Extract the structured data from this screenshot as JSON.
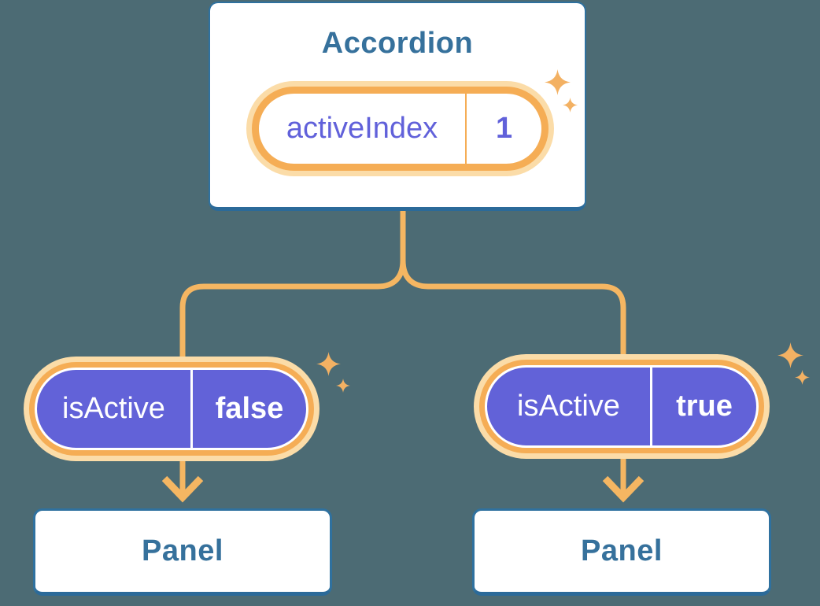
{
  "colors": {
    "background": "#4C6B74",
    "card_fill": "#FFFFFF",
    "card_border": "#2F719F",
    "card_border_bottom": "#2B6A99",
    "heading_text": "#36719C",
    "connector": "#F5B662",
    "pill_ring": "#F5AD55",
    "pill_halo": "#FBDCA8",
    "sparkle": "#F3B163",
    "prop_pill_fill": "#6262D8",
    "prop_pill_text": "#FFFFFF",
    "state_text": "#6161DA"
  },
  "accordion": {
    "title": "Accordion",
    "state_pill": {
      "label": "activeIndex",
      "value": "1"
    }
  },
  "prop_pills": [
    {
      "label": "isActive",
      "value": "false"
    },
    {
      "label": "isActive",
      "value": "true"
    }
  ],
  "panels": [
    {
      "title": "Panel"
    },
    {
      "title": "Panel"
    }
  ],
  "icons": {
    "sparkle": "four-point-star"
  }
}
